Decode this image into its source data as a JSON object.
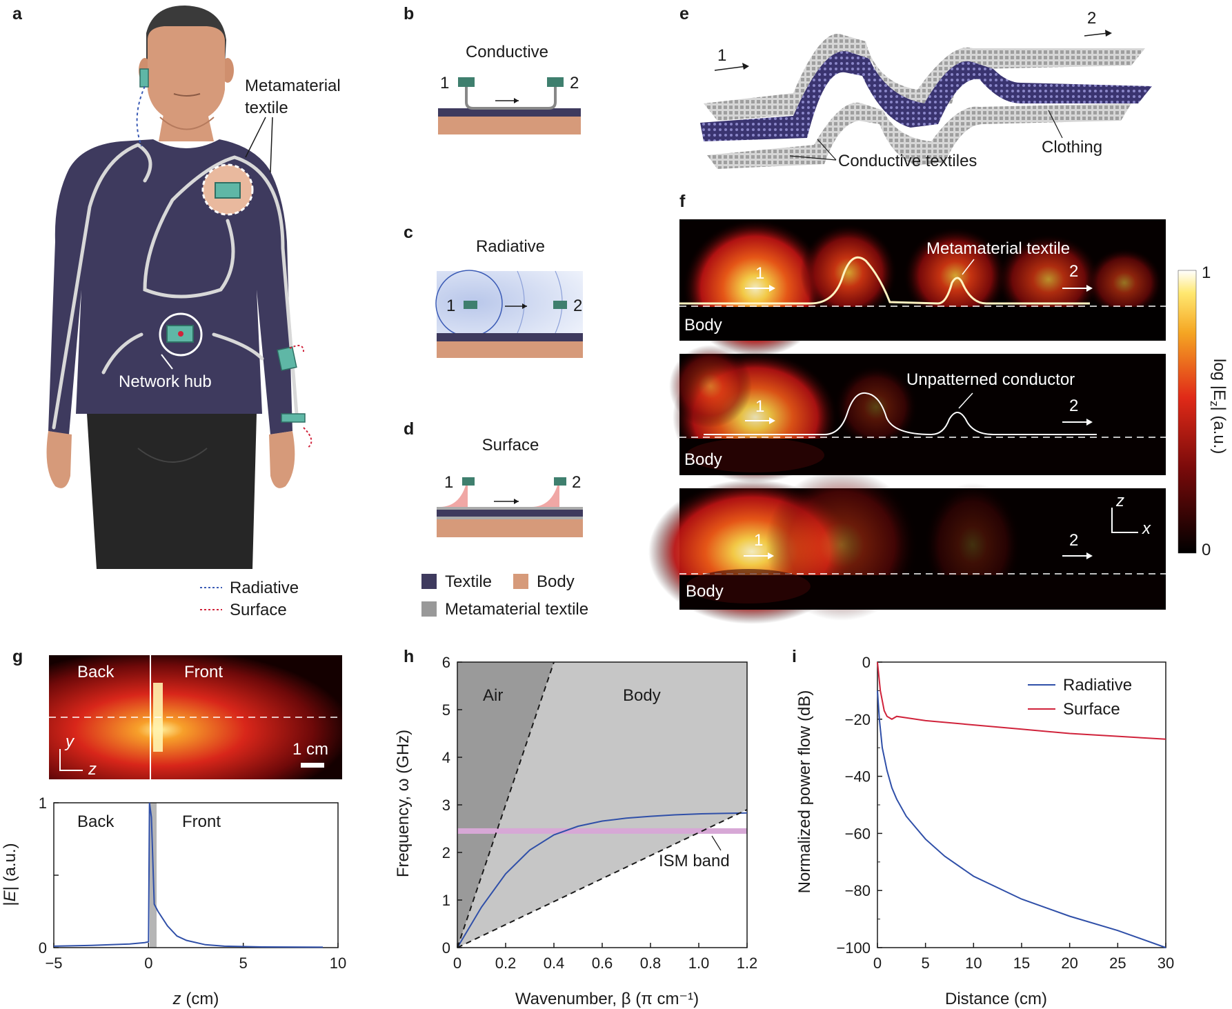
{
  "panels": {
    "a": {
      "letter": "a",
      "labels": {
        "metamaterial_1": "Metamaterial",
        "metamaterial_2": "textile",
        "hub": "Network hub"
      },
      "legend": [
        {
          "label": "Radiative",
          "color": "#3b5bb5"
        },
        {
          "label": "Surface",
          "color": "#d0223a"
        }
      ]
    },
    "b": {
      "letter": "b",
      "title": "Conductive",
      "n1": "1",
      "n2": "2"
    },
    "c": {
      "letter": "c",
      "title": "Radiative",
      "n1": "1",
      "n2": "2"
    },
    "d": {
      "letter": "d",
      "title": "Surface",
      "n1": "1",
      "n2": "2"
    },
    "legend_bcd": [
      {
        "label": "Textile",
        "color": "#3e3a5e"
      },
      {
        "label": "Body",
        "color": "#d69a7a"
      },
      {
        "label": "Metamaterial textile",
        "color": "#999999"
      }
    ],
    "e": {
      "letter": "e",
      "n1": "1",
      "n2": "2",
      "conductive": "Conductive textiles",
      "clothing": "Clothing"
    },
    "f": {
      "letter": "f",
      "rows": [
        {
          "label": "Metamaterial textile",
          "body": "Body",
          "n1": "1",
          "n2": "2"
        },
        {
          "label": "Unpatterned conductor",
          "body": "Body",
          "n1": "1",
          "n2": "2"
        },
        {
          "label": "",
          "body": "Body",
          "n1": "1",
          "n2": "2",
          "axis_z": "z",
          "axis_x": "x"
        }
      ],
      "colorbar": {
        "max": "1",
        "min": "0",
        "label": "log |E",
        "sub": "z",
        "unit": "| (a.u.)"
      }
    },
    "g": {
      "letter": "g",
      "map": {
        "back": "Back",
        "front": "Front",
        "axis_y": "y",
        "axis_z": "z",
        "scale": "1 cm"
      },
      "plot": {
        "back": "Back",
        "front": "Front",
        "ylabel_pre": "|",
        "ylabel_var": "E",
        "ylabel_post": "| (a.u.)",
        "xlabel_var": "z",
        "xlabel_post": " (cm)",
        "xticks": [
          "−5",
          "0",
          "5",
          "10"
        ],
        "yticks": [
          "0",
          "1"
        ]
      }
    },
    "h": {
      "letter": "h",
      "regions": {
        "air": "Air",
        "body": "Body",
        "ism": "ISM band"
      },
      "ylabel": "Frequency, ω (GHz)",
      "xlabel": "Wavenumber, β (π cm⁻¹)",
      "xticks": [
        "0",
        "0.2",
        "0.4",
        "0.6",
        "0.8",
        "1.0",
        "1.2"
      ],
      "yticks": [
        "0",
        "1",
        "2",
        "3",
        "4",
        "5",
        "6"
      ]
    },
    "i": {
      "letter": "i",
      "ylabel": "Normalized power flow (dB)",
      "xlabel": "Distance (cm)",
      "xticks": [
        "0",
        "5",
        "10",
        "15",
        "20",
        "25",
        "30"
      ],
      "yticks": [
        "0",
        "−20",
        "−40",
        "−60",
        "−80",
        "−100"
      ]
    }
  },
  "chart_data": [
    {
      "type": "line",
      "panel": "g",
      "xlabel": "z (cm)",
      "ylabel": "|E| (a.u.)",
      "xlim": [
        -5,
        10
      ],
      "ylim": [
        0,
        1
      ],
      "series": [
        {
          "x": [
            -5,
            -3,
            -1,
            -0.2,
            0,
            0.05,
            0.15,
            0.3,
            0.5,
            1,
            1.5,
            2,
            3,
            4,
            6,
            9.2
          ],
          "y": [
            0.01,
            0.015,
            0.025,
            0.035,
            0.04,
            1.0,
            0.9,
            0.3,
            0.25,
            0.15,
            0.08,
            0.05,
            0.02,
            0.01,
            0.005,
            0.003
          ],
          "color": "#2f4fa8"
        }
      ]
    },
    {
      "type": "line",
      "panel": "h",
      "xlabel": "Wavenumber, β (π cm⁻¹)",
      "ylabel": "Frequency, ω (GHz)",
      "xlim": [
        0,
        1.2
      ],
      "ylim": [
        0,
        6
      ],
      "series": [
        {
          "x": [
            0,
            0.1,
            0.2,
            0.3,
            0.4,
            0.5,
            0.6,
            0.7,
            0.8,
            0.9,
            1.0,
            1.1,
            1.2
          ],
          "y": [
            0,
            0.85,
            1.55,
            2.05,
            2.37,
            2.55,
            2.66,
            2.72,
            2.76,
            2.79,
            2.81,
            2.82,
            2.83
          ],
          "color": "#2f4fa8"
        },
        {
          "x": [
            0,
            0.4
          ],
          "y": [
            0,
            6
          ],
          "dash": true,
          "color": "#1a1a1a"
        },
        {
          "x": [
            0,
            1.2
          ],
          "y": [
            0,
            2.9
          ],
          "dash": true,
          "color": "#1a1a1a"
        }
      ],
      "band": {
        "y": 2.45,
        "color": "#d7a8d6"
      }
    },
    {
      "type": "line",
      "panel": "i",
      "xlabel": "Distance (cm)",
      "ylabel": "Normalized power flow (dB)",
      "xlim": [
        0,
        30
      ],
      "ylim": [
        -100,
        0
      ],
      "series": [
        {
          "name": "Radiative",
          "color": "#2f4fa8",
          "x": [
            0,
            0.2,
            0.5,
            1,
            1.5,
            2,
            3,
            4,
            5,
            7,
            10,
            15,
            20,
            25,
            30
          ],
          "y": [
            -10,
            -20,
            -30,
            -38,
            -44,
            -48,
            -54,
            -58,
            -62,
            -68,
            -75,
            -83,
            -89,
            -94,
            -100
          ]
        },
        {
          "name": "Surface",
          "color": "#d0223a",
          "x": [
            0,
            0.3,
            0.7,
            1,
            1.5,
            2,
            3,
            5,
            10,
            15,
            20,
            25,
            30
          ],
          "y": [
            0,
            -10,
            -17,
            -19,
            -20,
            -19,
            -19.5,
            -20.5,
            -22,
            -23.5,
            -25,
            -26,
            -27
          ]
        }
      ]
    }
  ]
}
